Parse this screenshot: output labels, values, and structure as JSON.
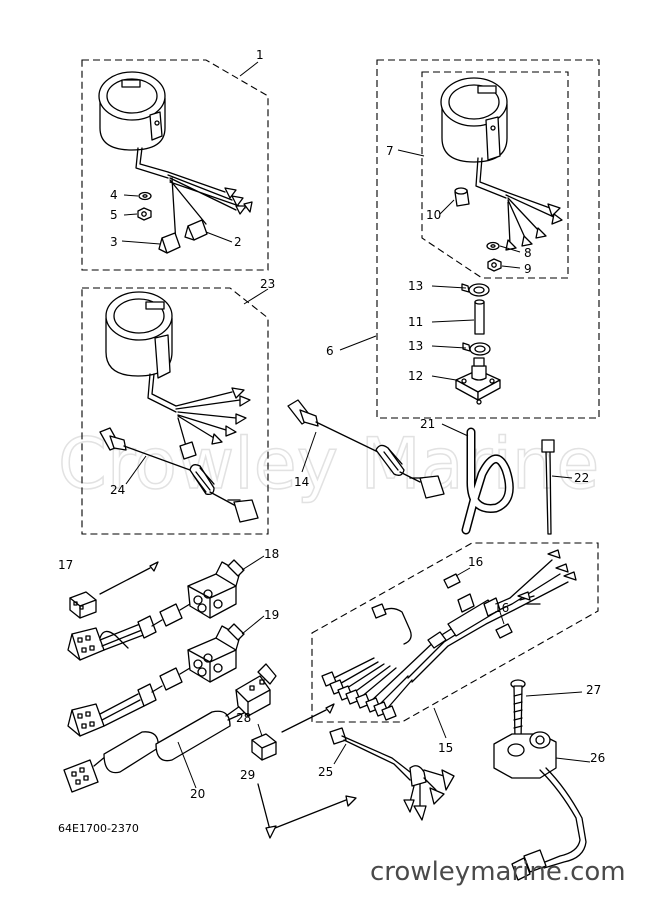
{
  "diagram_code": "64E1700-2370",
  "watermark": "Crowley Marine",
  "website": "crowleymarine.com",
  "callouts": [
    {
      "id": "c1",
      "num": "1"
    },
    {
      "id": "c2",
      "num": "2"
    },
    {
      "id": "c3",
      "num": "3"
    },
    {
      "id": "c4",
      "num": "4"
    },
    {
      "id": "c5",
      "num": "5"
    },
    {
      "id": "c6",
      "num": "6"
    },
    {
      "id": "c7",
      "num": "7"
    },
    {
      "id": "c8",
      "num": "8"
    },
    {
      "id": "c9",
      "num": "9"
    },
    {
      "id": "c10",
      "num": "10"
    },
    {
      "id": "c11",
      "num": "11"
    },
    {
      "id": "c12",
      "num": "12"
    },
    {
      "id": "c13a",
      "num": "13"
    },
    {
      "id": "c13b",
      "num": "13"
    },
    {
      "id": "c14",
      "num": "14"
    },
    {
      "id": "c15",
      "num": "15"
    },
    {
      "id": "c16a",
      "num": "16"
    },
    {
      "id": "c16b",
      "num": "16"
    },
    {
      "id": "c17",
      "num": "17"
    },
    {
      "id": "c18",
      "num": "18"
    },
    {
      "id": "c19",
      "num": "19"
    },
    {
      "id": "c20",
      "num": "20"
    },
    {
      "id": "c21",
      "num": "21"
    },
    {
      "id": "c22",
      "num": "22"
    },
    {
      "id": "c23",
      "num": "23"
    },
    {
      "id": "c24",
      "num": "24"
    },
    {
      "id": "c25",
      "num": "25"
    },
    {
      "id": "c26",
      "num": "26"
    },
    {
      "id": "c27",
      "num": "27"
    },
    {
      "id": "c28",
      "num": "28"
    },
    {
      "id": "c29",
      "num": "29"
    }
  ]
}
